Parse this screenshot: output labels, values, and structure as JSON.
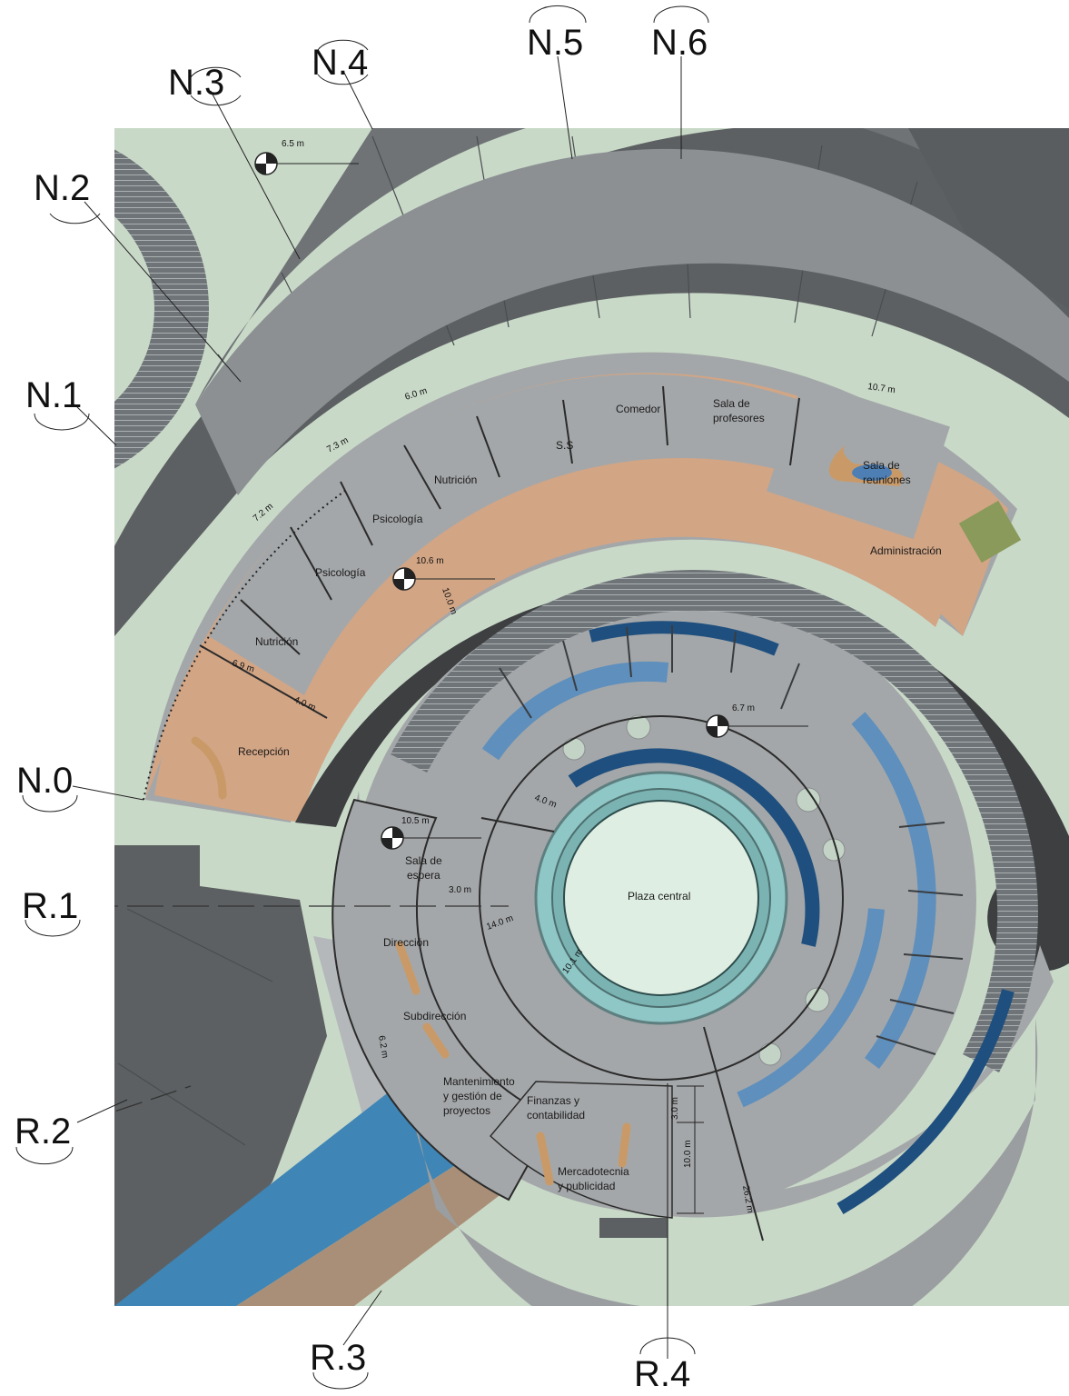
{
  "colors": {
    "ground": "#c9d9c8",
    "roof_dark": "#5d6062",
    "roof_mid": "#767a7c",
    "floor_gray": "#a4a7a9",
    "corridor_dark": "#3d3f41",
    "corridor_orange": "#d2a585",
    "bench_light": "#5e8fbd",
    "bench_dark": "#1f4f7e",
    "water_light": "#8fc6c6",
    "plaza": "#dfeee3"
  },
  "grid_axes": {
    "n0": "N.0",
    "n1": "N.1",
    "n2": "N.2",
    "n3": "N.3",
    "n4": "N.4",
    "n5": "N.5",
    "n6": "N.6",
    "r1": "R.1",
    "r2": "R.2",
    "r3": "R.3",
    "r4": "R.4"
  },
  "rooms": {
    "recepcion": "Recepción",
    "nutricion_1": "Nutrición",
    "psicologia_1": "Psicología",
    "psicologia_2": "Psicología",
    "nutricion_2": "Nutrición",
    "ss": "S.S",
    "comedor": "Comedor",
    "sala_profesores_1": "Sala de",
    "sala_profesores_2": "profesores",
    "sala_reuniones_1": "Sala de",
    "sala_reuniones_2": "reuniones",
    "administracion": "Administración",
    "sala_espera_1": "Sala de",
    "sala_espera_2": "espera",
    "direccion": "Dirección",
    "subdireccion": "Subdirección",
    "mantenimiento_1": "Mantenimiento",
    "mantenimiento_2": "y gestión de",
    "mantenimiento_3": "proyectos",
    "finanzas_1": "Finanzas y",
    "finanzas_2": "contabilidad",
    "mercadotecnia_1": "Mercadotecnia",
    "mercadotecnia_2": "y publicidad",
    "plaza_central": "Plaza central"
  },
  "dimensions": {
    "d_6_5": "6.5 m",
    "d_6_0": "6.0 m",
    "d_7_3": "7.3 m",
    "d_7_2": "7.2 m",
    "d_10_7": "10.7 m",
    "d_10_6": "10.6 m",
    "d_10_0_a": "10.0 m",
    "d_6_9": "6.9 m",
    "d_4_0_a": "4.0 m",
    "d_6_7": "6.7 m",
    "d_4_0_b": "4.0 m",
    "d_10_5": "10.5 m",
    "d_3_0_a": "3.0 m",
    "d_14_0": "14.0 m",
    "d_10_1": "10.1 m",
    "d_6_2": "6.2 m",
    "d_3_0_b": "3.0 m",
    "d_10_0_b": "10.0 m",
    "d_26_2": "26.2 m"
  }
}
